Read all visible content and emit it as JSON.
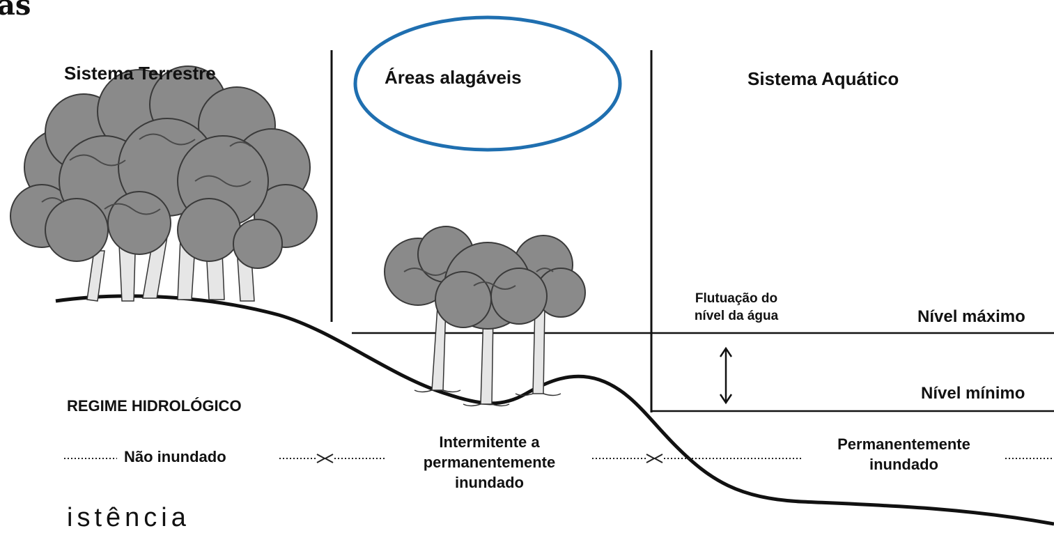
{
  "corner_fragment": "as",
  "headers": {
    "terrestre": "Sistema Terrestre",
    "alagaveis": "Áreas alagáveis",
    "aquatico": "Sistema Aquático"
  },
  "water": {
    "flutuacao_line1": "Flutuação do",
    "flutuacao_line2": "nível da água",
    "nivel_maximo": "Nível máximo",
    "nivel_minimo": "Nível mínimo"
  },
  "regime": {
    "title": "REGIME HIDROLÓGICO",
    "nao_inundado": "Não inundado",
    "intermitente_l1": "Intermitente a",
    "intermitente_l2": "permanentemente",
    "intermitente_l3": "inundado",
    "permanente_l1": "Permanentemente",
    "permanente_l2": "inundado"
  },
  "footer_fragment": "istência",
  "colors": {
    "ellipse": "#1f6fb0",
    "ink": "#111111",
    "tree_fill": "#8a8a8a",
    "tree_dark": "#5f5f5f",
    "trunk": "#e6e6e6"
  },
  "icons": [
    "tree-cluster-large",
    "tree-cluster-small",
    "double-arrow"
  ]
}
